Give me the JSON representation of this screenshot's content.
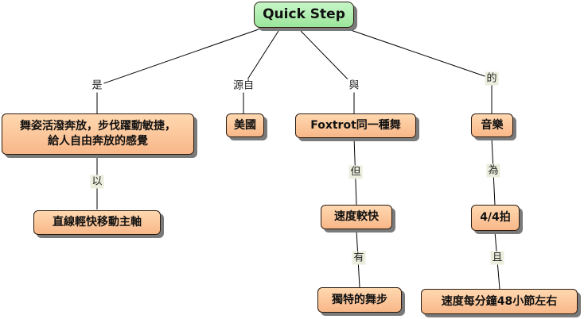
{
  "root": {
    "label": "Quick Step"
  },
  "nodes": {
    "dance": {
      "line1": "舞姿活潑奔放，步伐躍動敏捷，",
      "line2": "給人自由奔放的感覺"
    },
    "axis": "直線輕快移動主軸",
    "usa": "美國",
    "foxtrot": "Foxtrot同一種舞",
    "faster": "速度較快",
    "steps": "獨特的舞步",
    "music": "音樂",
    "beat": "4/4拍",
    "tempo": "速度每分鐘48小節左右"
  },
  "links": {
    "is": "是",
    "by": "以",
    "origin": "源自",
    "with": "與",
    "but": "但",
    "has": "有",
    "of": "的",
    "as": "為",
    "and": "且"
  },
  "colors": {
    "root_fill": "#9be69b",
    "node_fill": "#f8b788",
    "link_label_shade": "#eceedd"
  }
}
